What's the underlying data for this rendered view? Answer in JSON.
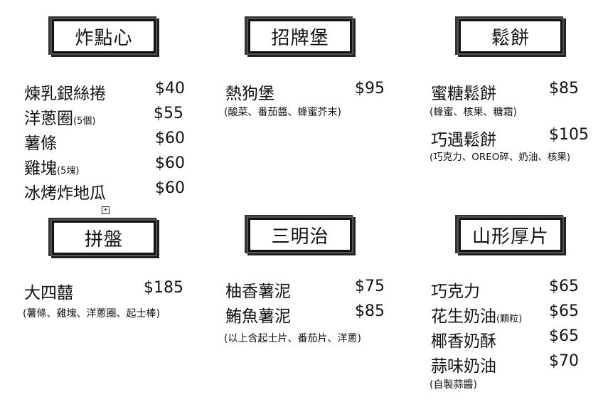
{
  "sections": {
    "snacks": {
      "title": "炸點心",
      "items": [
        {
          "name": "煉乳銀絲捲",
          "note": "",
          "price": "$40"
        },
        {
          "name": "洋蔥圈",
          "note": "(5個)",
          "price": "$55"
        },
        {
          "name": "薯條",
          "note": "",
          "price": "$60"
        },
        {
          "name": "雞塊",
          "note": "(5塊)",
          "price": "$60"
        },
        {
          "name": "冰烤炸地瓜",
          "note": "",
          "price": "$60"
        }
      ]
    },
    "burger": {
      "title": "招牌堡",
      "items": [
        {
          "name": "熱狗堡",
          "price": "$95",
          "desc": "(酸菜、番茄醬、蜂蜜芥末)"
        }
      ]
    },
    "waffle": {
      "title": "鬆餅",
      "items": [
        {
          "name": "蜜糖鬆餅",
          "price": "$85",
          "desc": "(蜂蜜、核果、糖霜)"
        },
        {
          "name": "巧遇鬆餅",
          "price": "$105",
          "desc": "(巧克力、OREO碎、奶油、核果)"
        }
      ]
    },
    "platter": {
      "title": "拼盤",
      "items": [
        {
          "name": "大四囍",
          "price": "$185",
          "desc": "(薯條、雞塊、洋蔥圈、起士棒)"
        }
      ]
    },
    "sandwich": {
      "title": "三明治",
      "items": [
        {
          "name": "柚香薯泥",
          "price": "$75"
        },
        {
          "name": "鮪魚薯泥",
          "price": "$85"
        }
      ],
      "note": "(以上含起士片、番茄片、洋蔥)"
    },
    "toast": {
      "title": "山形厚片",
      "items": [
        {
          "name": "巧克力",
          "note": "",
          "price": "$65"
        },
        {
          "name": "花生奶油",
          "note": "(顆粒)",
          "price": "$65"
        },
        {
          "name": "椰香奶酥",
          "note": "",
          "price": "$65"
        },
        {
          "name": "蒜味奶油",
          "note": "",
          "price": "$70"
        }
      ],
      "note": "(自製蒜醬)"
    }
  },
  "icons": {
    "expand": "plus-square-icon",
    "expand_glyph": "+"
  }
}
